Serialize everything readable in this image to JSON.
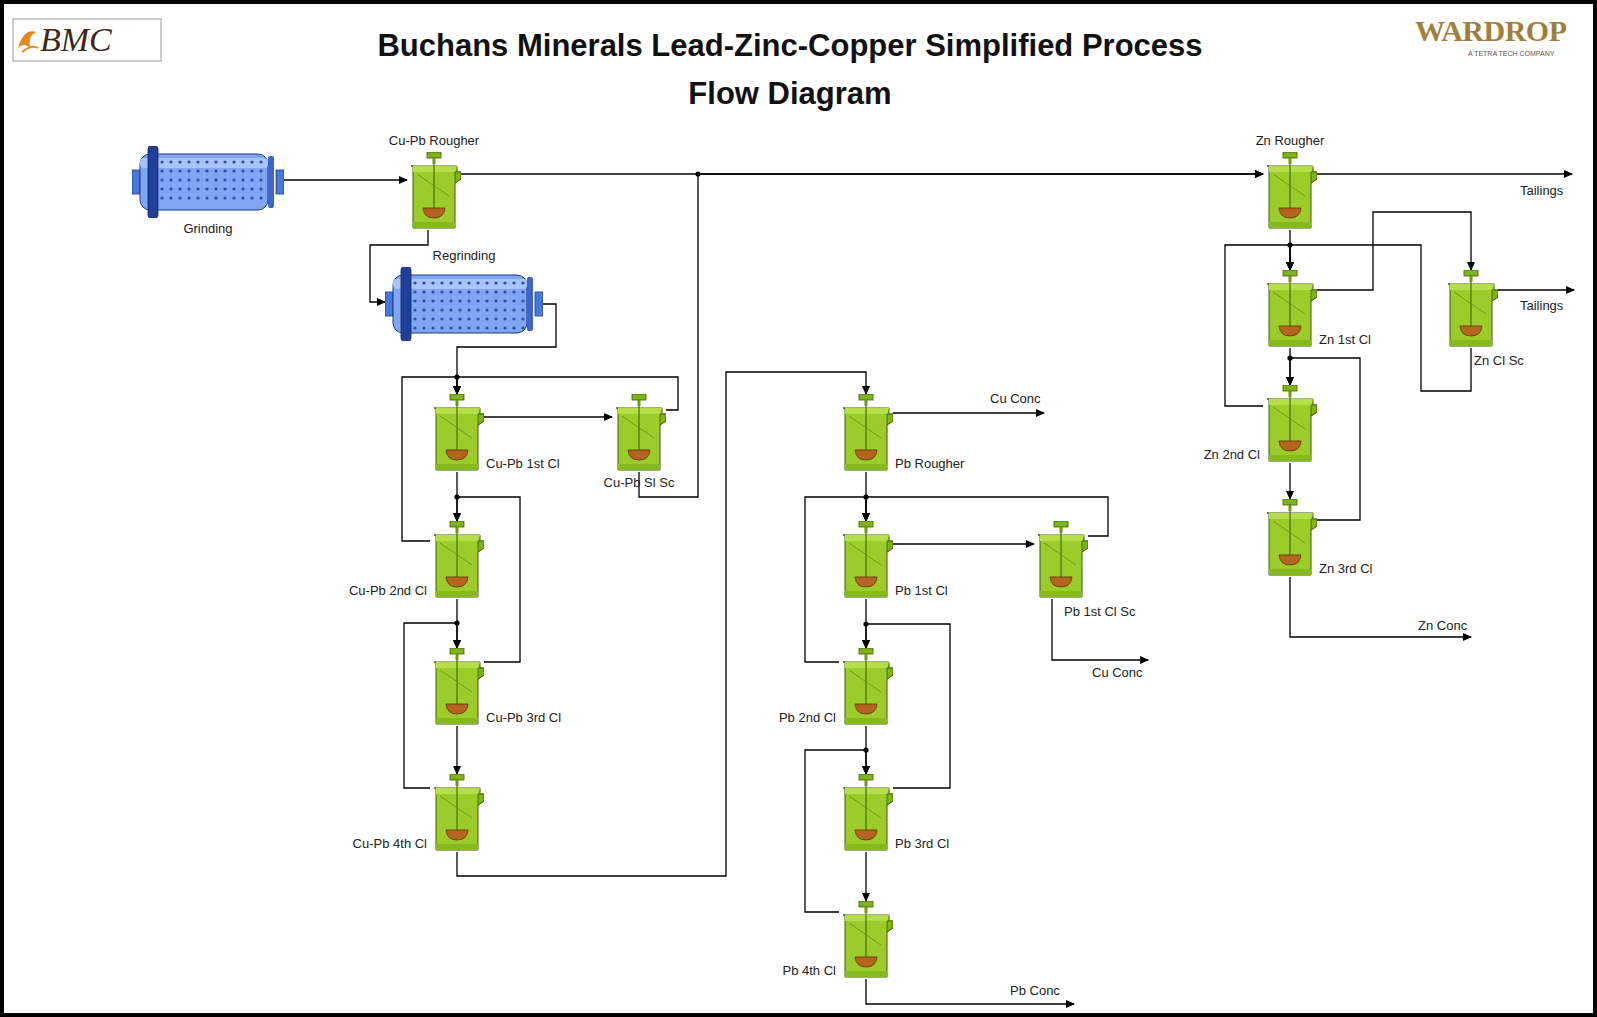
{
  "diagram": {
    "title": "Buchans Minerals Lead-Zinc-Copper Simplified Process Flow Diagram",
    "nodes": [
      {
        "text": [
          "Grinding"
        ]
      },
      {
        "text": [
          "Cu-Pb Rougher"
        ]
      },
      {
        "text": [
          "Regrinding"
        ]
      },
      {
        "text": [
          "Cu-Pb 1st Cl"
        ]
      },
      {
        "text": [
          "Cu-Pb Sl Sc"
        ]
      },
      {
        "text": [
          "Cu-Pb 2nd Cl"
        ]
      },
      {
        "text": [
          "Cu-Pb 3rd Cl"
        ]
      },
      {
        "text": [
          "Cu-Pb 4th Cl"
        ]
      },
      {
        "text": [
          "Pb Rougher"
        ]
      },
      {
        "text": [
          "Pb 1st Cl"
        ]
      },
      {
        "text": [
          "Pb 1st Cl Sc"
        ]
      },
      {
        "text": [
          "Pb 2nd Cl"
        ]
      },
      {
        "text": [
          "Pb 3rd Cl"
        ]
      },
      {
        "text": [
          "Pb 4th Cl"
        ]
      },
      {
        "text": [
          "Zn Rougher"
        ]
      },
      {
        "text": [
          "Zn 1st Cl"
        ]
      },
      {
        "text": [
          "Zn Cl Sc"
        ]
      },
      {
        "text": [
          "Zn 2nd Cl"
        ]
      },
      {
        "text": [
          "Zn 3rd Cl"
        ]
      }
    ],
    "edges": [
      {
        "from": 0,
        "to": 1,
        "arrow": "to"
      },
      {
        "from": 1,
        "to": 2,
        "arrow": "to"
      },
      {
        "from": 2,
        "to": 3,
        "arrow": "to"
      },
      {
        "from": 3,
        "to": 4,
        "arrow": "to"
      },
      {
        "from": 4,
        "to": 3,
        "arrow": "to"
      },
      {
        "from": 1,
        "to": 14,
        "arrow": "to"
      },
      {
        "from": 4,
        "to": 14,
        "arrow": "to"
      },
      {
        "from": 3,
        "to": 5,
        "arrow": "to"
      },
      {
        "from": 5,
        "to": 3,
        "arrow": "to"
      },
      {
        "from": 5,
        "to": 6,
        "arrow": "to"
      },
      {
        "from": 6,
        "to": 5,
        "arrow": "to"
      },
      {
        "from": 6,
        "to": 7,
        "arrow": "to"
      },
      {
        "from": 7,
        "to": 6,
        "arrow": "to"
      },
      {
        "from": 7,
        "to": 8,
        "arrow": "to"
      },
      {
        "from": 8,
        "to": 9,
        "arrow": "to"
      },
      {
        "from": 9,
        "to": 10,
        "arrow": "to"
      },
      {
        "from": 10,
        "to": 9,
        "arrow": "to"
      },
      {
        "from": 9,
        "to": 11,
        "arrow": "to"
      },
      {
        "from": 11,
        "to": 9,
        "arrow": "to"
      },
      {
        "from": 11,
        "to": 12,
        "arrow": "to"
      },
      {
        "from": 12,
        "to": 11,
        "arrow": "to"
      },
      {
        "from": 12,
        "to": 13,
        "arrow": "to"
      },
      {
        "from": 13,
        "to": 12,
        "arrow": "to"
      },
      {
        "from": 14,
        "to": 15,
        "arrow": "to"
      },
      {
        "from": 15,
        "to": 16,
        "arrow": "to"
      },
      {
        "from": 16,
        "to": 15,
        "arrow": "to"
      },
      {
        "from": 15,
        "to": 17,
        "arrow": "to"
      },
      {
        "from": 17,
        "to": 15,
        "arrow": "to"
      },
      {
        "from": 17,
        "to": 18,
        "arrow": "to"
      },
      {
        "from": 18,
        "to": 17,
        "arrow": "to"
      }
    ],
    "labels": [
      "BMC",
      "WARDROP",
      "A TETRA TECH COMPANY",
      "Tailings",
      "Tailings",
      "Cu Conc",
      "Cu Conc",
      "Zn Conc",
      "Pb Conc"
    ]
  }
}
